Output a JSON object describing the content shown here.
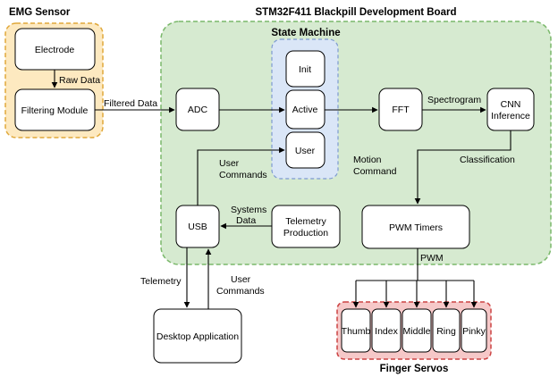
{
  "colors": {
    "emg_fill": "#fde9c0",
    "emg_stroke": "#e0a83a",
    "board_fill": "#d6ead0",
    "board_stroke": "#7ab86a",
    "sm_fill": "#dae6f7",
    "sm_stroke": "#7d9ad0",
    "servo_fill": "#f6c8c8",
    "servo_stroke": "#cc4444",
    "box_fill": "#ffffff",
    "line": "#000000"
  },
  "groups": {
    "emg_sensor": "EMG Sensor",
    "board": "STM32F411 Blackpill Development Board",
    "state_machine": "State Machine",
    "finger_servos": "Finger Servos"
  },
  "blocks": {
    "electrode": "Electrode",
    "filtering": "Filtering Module",
    "adc": "ADC",
    "init": "Init",
    "active": "Active",
    "user": "User",
    "fft": "FFT",
    "cnn": [
      "CNN",
      "Inference"
    ],
    "usb": "USB",
    "telemetry_production": [
      "Telemetry",
      "Production"
    ],
    "pwm_timers": "PWM Timers",
    "desktop": "Desktop Application",
    "thumb": "Thumb",
    "index": "Index",
    "middle": "Middle",
    "ring": "Ring",
    "pinky": "Pinky"
  },
  "edges": {
    "raw_data": "Raw Data",
    "filtered_data": "Filtered Data",
    "spectrogram": "Spectrogram",
    "classification": "Classification",
    "motion_command": [
      "Motion",
      "Command"
    ],
    "user_commands_board": [
      "User",
      "Commands"
    ],
    "systems_data": [
      "Systems",
      "Data"
    ],
    "pwm": "PWM",
    "telemetry": "Telemetry",
    "user_commands_desktop": [
      "User",
      "Commands"
    ]
  }
}
